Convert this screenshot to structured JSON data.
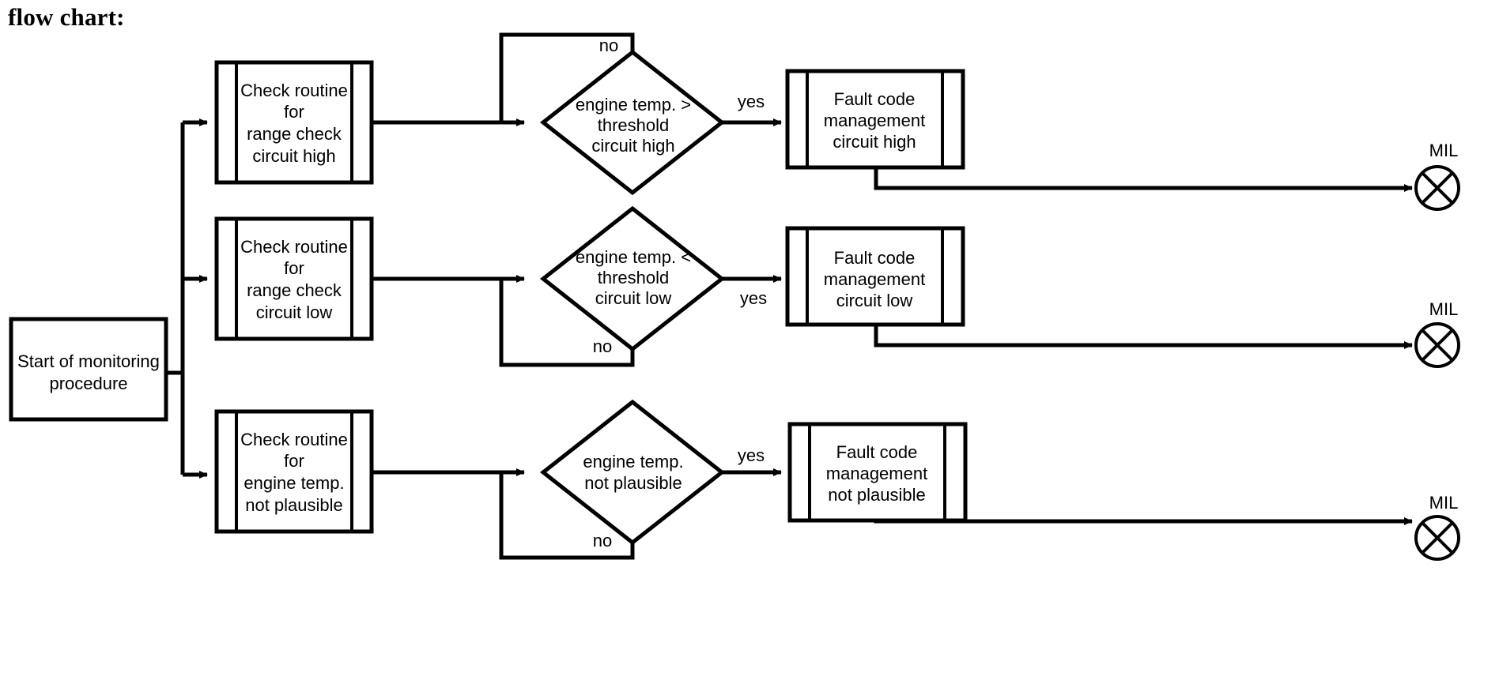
{
  "page": {
    "title": "flow chart:",
    "background_color": "#ffffff",
    "line_color": "#000000"
  },
  "chart_data": {
    "type": "diagram",
    "diagram_kind": "flowchart",
    "title": "flow chart:",
    "orientation": "left-to-right",
    "nodes": [
      {
        "id": "start",
        "shape": "rectangle",
        "label": "Start of monitoring\nprocedure",
        "lines": [
          "Start of monitoring",
          "procedure"
        ]
      },
      {
        "id": "check-high",
        "shape": "predefined-process",
        "label": "Check routine for range check circuit high",
        "lines": [
          "Check routine",
          "for",
          "range check",
          "circuit high"
        ]
      },
      {
        "id": "check-low",
        "shape": "predefined-process",
        "label": "Check routine for range check circuit low",
        "lines": [
          "Check routine",
          "for",
          "range check",
          "circuit low"
        ]
      },
      {
        "id": "check-plaus",
        "shape": "predefined-process",
        "label": "Check routine for engine temp. not plausible",
        "lines": [
          "Check routine",
          "for",
          "engine temp.",
          "not plausible"
        ]
      },
      {
        "id": "decision-high",
        "shape": "diamond",
        "label": "engine temp. > threshold circuit high",
        "lines": [
          "engine temp. >",
          "threshold",
          "circuit high"
        ]
      },
      {
        "id": "decision-low",
        "shape": "diamond",
        "label": "engine temp. < threshold circuit low",
        "lines": [
          "engine temp. <",
          "threshold",
          "circuit low"
        ]
      },
      {
        "id": "decision-plaus",
        "shape": "diamond",
        "label": "engine temp. not plausible",
        "lines": [
          "engine temp.",
          "not plausible"
        ]
      },
      {
        "id": "fault-high",
        "shape": "predefined-process",
        "label": "Fault code management circuit high",
        "lines": [
          "Fault code",
          "management",
          "circuit high"
        ]
      },
      {
        "id": "fault-low",
        "shape": "predefined-process",
        "label": "Fault code management circuit low",
        "lines": [
          "Fault code",
          "management",
          "circuit low"
        ]
      },
      {
        "id": "fault-plaus",
        "shape": "predefined-process",
        "label": "Fault code management not plausible",
        "lines": [
          "Fault code",
          "management",
          "not plausible"
        ]
      },
      {
        "id": "mil-high",
        "shape": "crossed-circle",
        "label": "MIL"
      },
      {
        "id": "mil-low",
        "shape": "crossed-circle",
        "label": "MIL"
      },
      {
        "id": "mil-plaus",
        "shape": "crossed-circle",
        "label": "MIL"
      }
    ],
    "edges": [
      {
        "from": "start",
        "to": "check-high",
        "label": ""
      },
      {
        "from": "start",
        "to": "check-low",
        "label": ""
      },
      {
        "from": "start",
        "to": "check-plaus",
        "label": ""
      },
      {
        "from": "check-high",
        "to": "decision-high",
        "label": ""
      },
      {
        "from": "check-low",
        "to": "decision-low",
        "label": ""
      },
      {
        "from": "check-plaus",
        "to": "decision-plaus",
        "label": ""
      },
      {
        "from": "decision-high",
        "to": "fault-high",
        "label": "yes"
      },
      {
        "from": "decision-low",
        "to": "fault-low",
        "label": "yes"
      },
      {
        "from": "decision-plaus",
        "to": "fault-plaus",
        "label": "yes"
      },
      {
        "from": "decision-high",
        "to": "decision-high",
        "label": "no",
        "route": "top-loop-back"
      },
      {
        "from": "decision-low",
        "to": "decision-low",
        "label": "no",
        "route": "bottom-loop-back"
      },
      {
        "from": "decision-plaus",
        "to": "decision-plaus",
        "label": "no",
        "route": "bottom-loop-back"
      },
      {
        "from": "fault-high",
        "to": "mil-high",
        "label": ""
      },
      {
        "from": "fault-low",
        "to": "mil-low",
        "label": ""
      },
      {
        "from": "fault-plaus",
        "to": "mil-plaus",
        "label": ""
      }
    ]
  },
  "rows": {
    "high": {
      "check_l1": "Check routine",
      "check_l2": "for",
      "check_l3": "range check",
      "check_l4": "circuit high",
      "decision_l1": "engine temp. >",
      "decision_l2": "threshold",
      "decision_l3": "circuit high",
      "yes_label": "yes",
      "no_label": "no",
      "fault_l1": "Fault code",
      "fault_l2": "management",
      "fault_l3": "circuit high",
      "mil_label": "MIL"
    },
    "low": {
      "check_l1": "Check routine",
      "check_l2": "for",
      "check_l3": "range check",
      "check_l4": "circuit low",
      "decision_l1": "engine temp. <",
      "decision_l2": "threshold",
      "decision_l3": "circuit low",
      "yes_label": "yes",
      "no_label": "no",
      "fault_l1": "Fault code",
      "fault_l2": "management",
      "fault_l3": "circuit low",
      "mil_label": "MIL"
    },
    "plausible": {
      "check_l1": "Check routine",
      "check_l2": "for",
      "check_l3": "engine temp.",
      "check_l4": "not plausible",
      "decision_l1": "engine temp.",
      "decision_l2": "not plausible",
      "yes_label": "yes",
      "no_label": "no",
      "fault_l1": "Fault code",
      "fault_l2": "management",
      "fault_l3": "not plausible",
      "mil_label": "MIL"
    }
  },
  "start_node": {
    "line1": "Start of monitoring",
    "line2": "procedure"
  }
}
